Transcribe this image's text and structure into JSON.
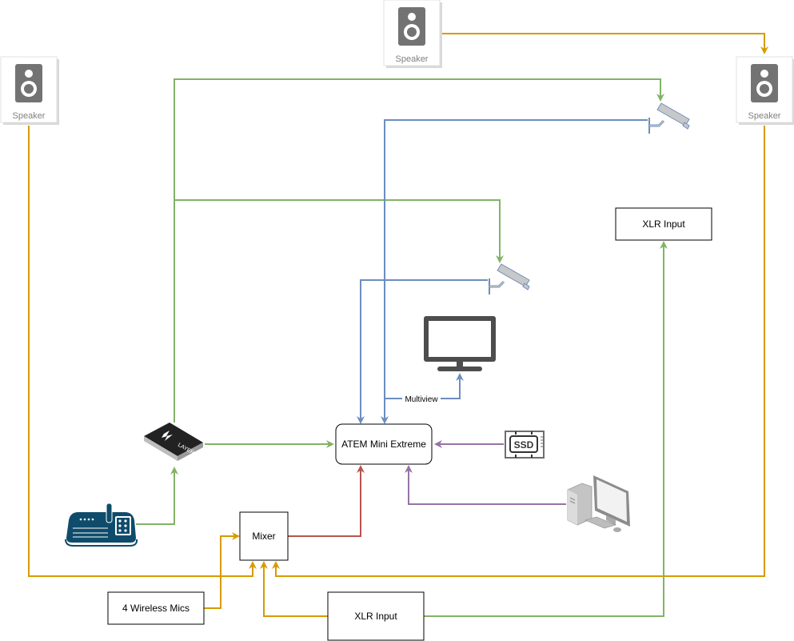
{
  "diagram": {
    "colors": {
      "audio": "#d79b00",
      "control": "#82b366",
      "video": "#6c8ebf",
      "mixer_out": "#b85450",
      "data": "#9673a6",
      "icon_gray": "#737373",
      "box_border": "#000000"
    },
    "nodes": {
      "speaker_top": {
        "label": "Speaker",
        "icon": "speaker-icon"
      },
      "speaker_left": {
        "label": "Speaker",
        "icon": "speaker-icon"
      },
      "speaker_right": {
        "label": "Speaker",
        "icon": "speaker-icon"
      },
      "camera_1": {
        "icon": "security-camera-icon"
      },
      "camera_2": {
        "icon": "security-camera-icon"
      },
      "xlr_input_top": {
        "label": "XLR Input"
      },
      "monitor": {
        "icon": "monitor-icon"
      },
      "atem": {
        "label": "ATEM Mini Extreme"
      },
      "ssd": {
        "label": "SSD",
        "icon": "ssd-icon"
      },
      "switch": {
        "label": "LAYER 2",
        "icon": "network-switch-icon"
      },
      "controller": {
        "icon": "ptz-controller-icon"
      },
      "mixer": {
        "label": "Mixer"
      },
      "computer": {
        "icon": "desktop-computer-icon"
      },
      "wireless_mics": {
        "label": "4 Wireless Mics"
      },
      "xlr_input_bottom": {
        "label": "XLR Input"
      }
    },
    "edges": [
      {
        "from": "speaker_top",
        "to": "speaker_right",
        "type": "audio"
      },
      {
        "from": "switch",
        "to": "camera_1",
        "type": "control"
      },
      {
        "from": "switch",
        "to": "camera_2",
        "type": "control"
      },
      {
        "from": "switch",
        "to": "atem",
        "type": "control"
      },
      {
        "from": "controller",
        "to": "switch",
        "type": "control"
      },
      {
        "from": "camera_1",
        "to": "atem",
        "type": "video"
      },
      {
        "from": "camera_2",
        "to": "atem",
        "type": "video"
      },
      {
        "from": "atem",
        "to": "monitor",
        "type": "video",
        "label": "Multiview"
      },
      {
        "from": "ssd",
        "to": "atem",
        "type": "data"
      },
      {
        "from": "computer",
        "to": "atem",
        "type": "data"
      },
      {
        "from": "mixer",
        "to": "atem",
        "type": "mixer_out"
      },
      {
        "from": "wireless_mics",
        "to": "mixer",
        "type": "audio"
      },
      {
        "from": "speaker_left",
        "to": "mixer",
        "type": "audio"
      },
      {
        "from": "xlr_input_bottom",
        "to": "mixer",
        "type": "audio"
      },
      {
        "from": "speaker_right",
        "to": "mixer",
        "type": "audio"
      },
      {
        "from": "xlr_input_bottom",
        "to": "xlr_input_top",
        "type": "control"
      }
    ]
  }
}
